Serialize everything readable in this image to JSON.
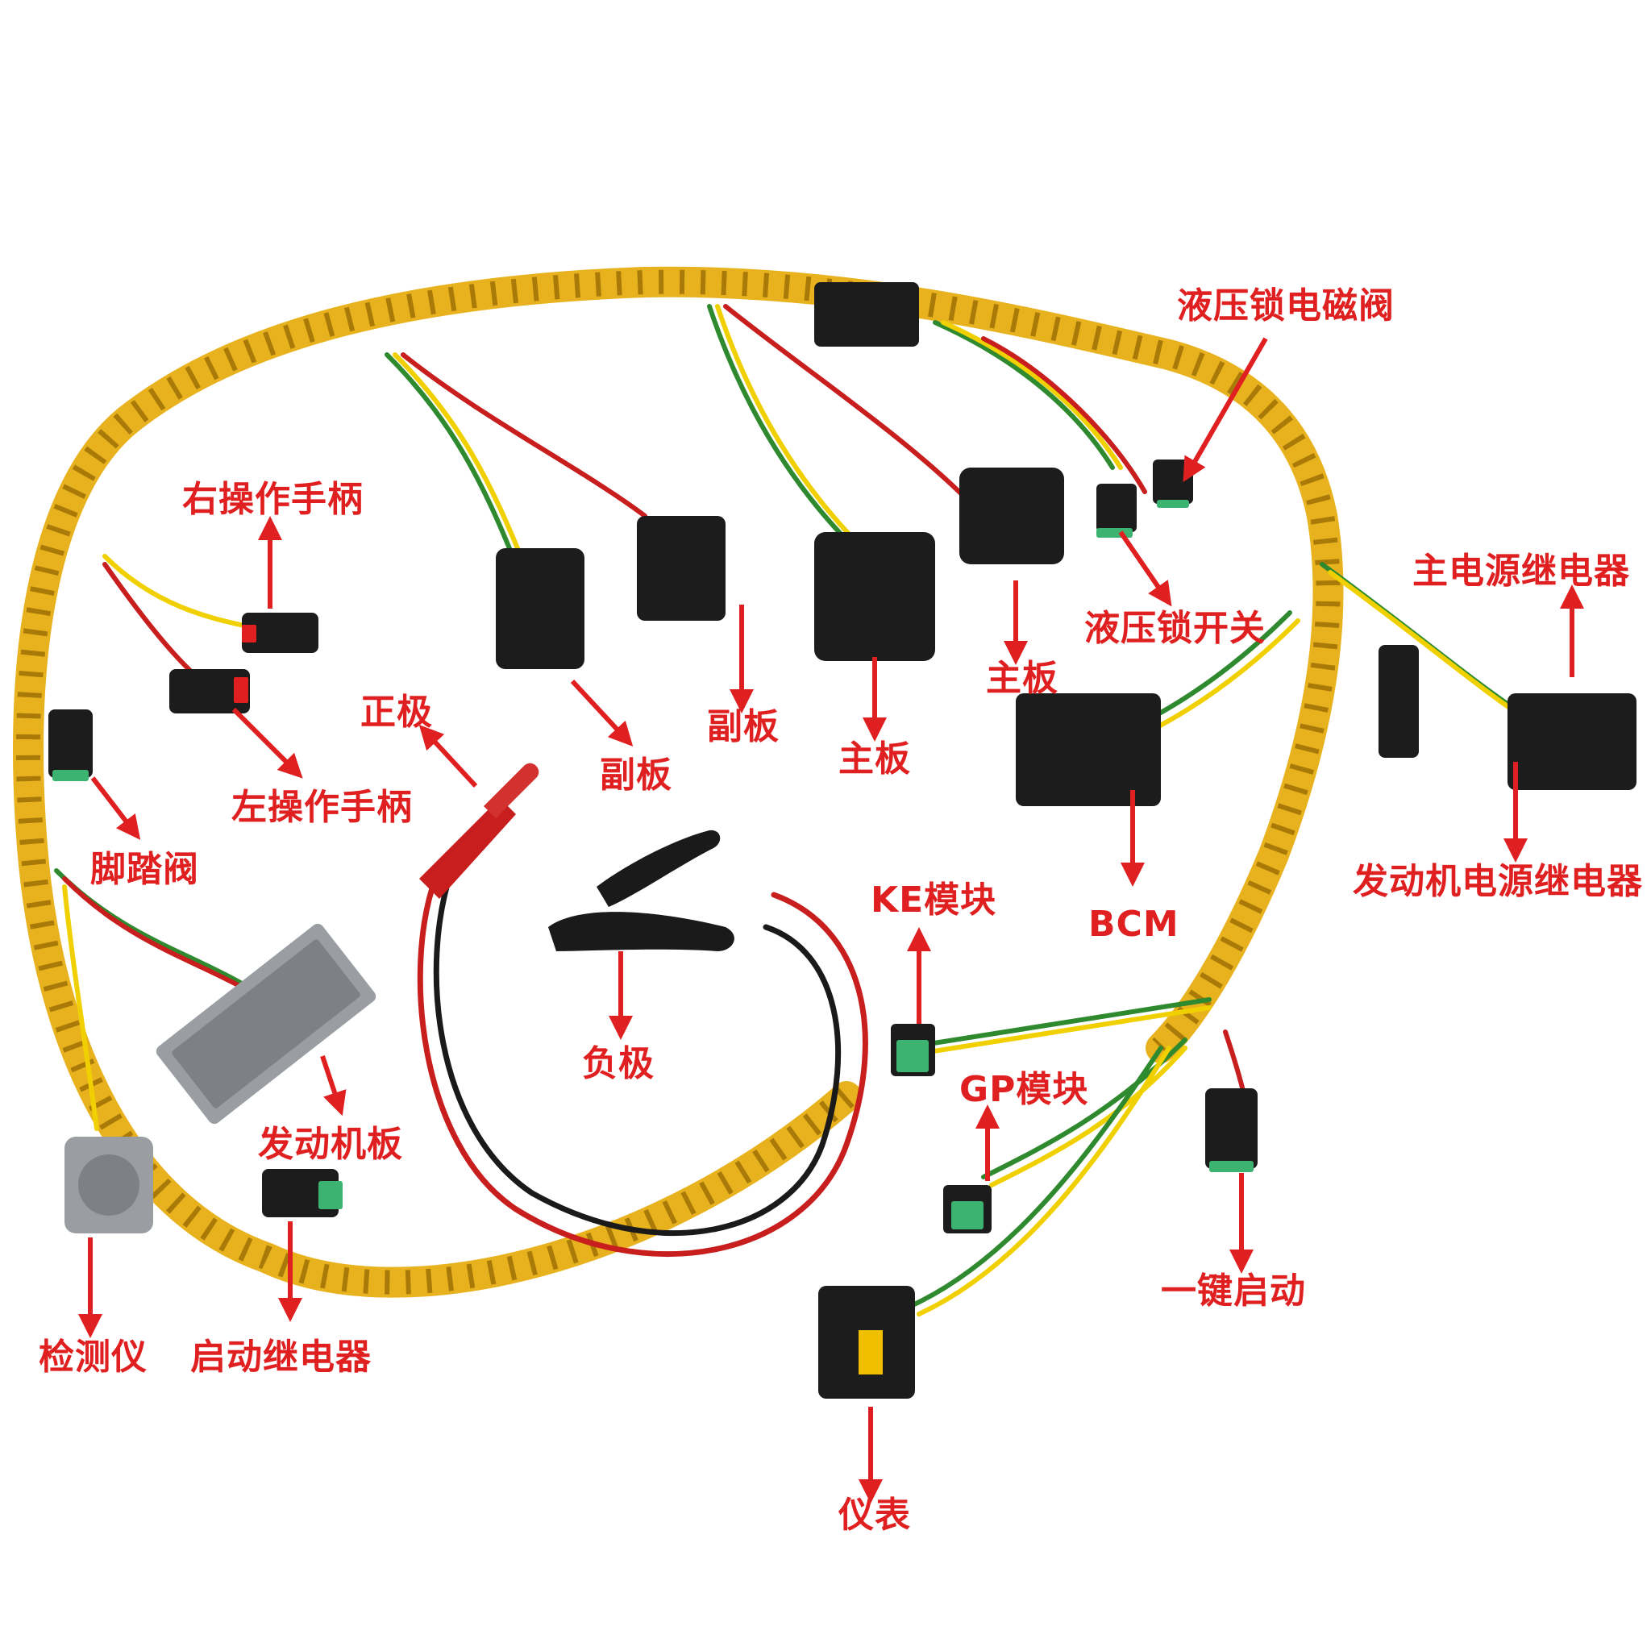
{
  "colors": {
    "harness": "#e8b21e",
    "harness_dark": "#b98407",
    "label": "#e02020",
    "connector": "#1c1c1c",
    "wire_red": "#c81e1e",
    "wire_black": "#1a1a1a",
    "wire_green": "#2f8a2f",
    "wire_yellow": "#f0d000",
    "grey_connector": "#9a9ea3",
    "seal_green": "#3cb371"
  },
  "labels": {
    "hydraulic_lock_solenoid": "液压锁电磁阀",
    "main_power_relay": "主电源继电器",
    "right_joystick": "右操作手柄",
    "left_joystick": "左操作手柄",
    "pedal_valve": "脚踏阀",
    "positive_clamp": "正极",
    "sub_board_1": "副板",
    "sub_board_2": "副板",
    "main_board_1": "主板",
    "main_board_2": "主板",
    "hydraulic_lock_switch": "液压锁开关",
    "bcm": "BCM",
    "engine_power_relay": "发动机电源继电器",
    "ke_module": "KE模块",
    "negative_clamp": "负极",
    "gp_module": "GP模块",
    "engine_board": "发动机板",
    "one_key_start": "一键启动",
    "tester": "检测仪",
    "start_relay": "启动继电器",
    "instrument": "仪表"
  }
}
